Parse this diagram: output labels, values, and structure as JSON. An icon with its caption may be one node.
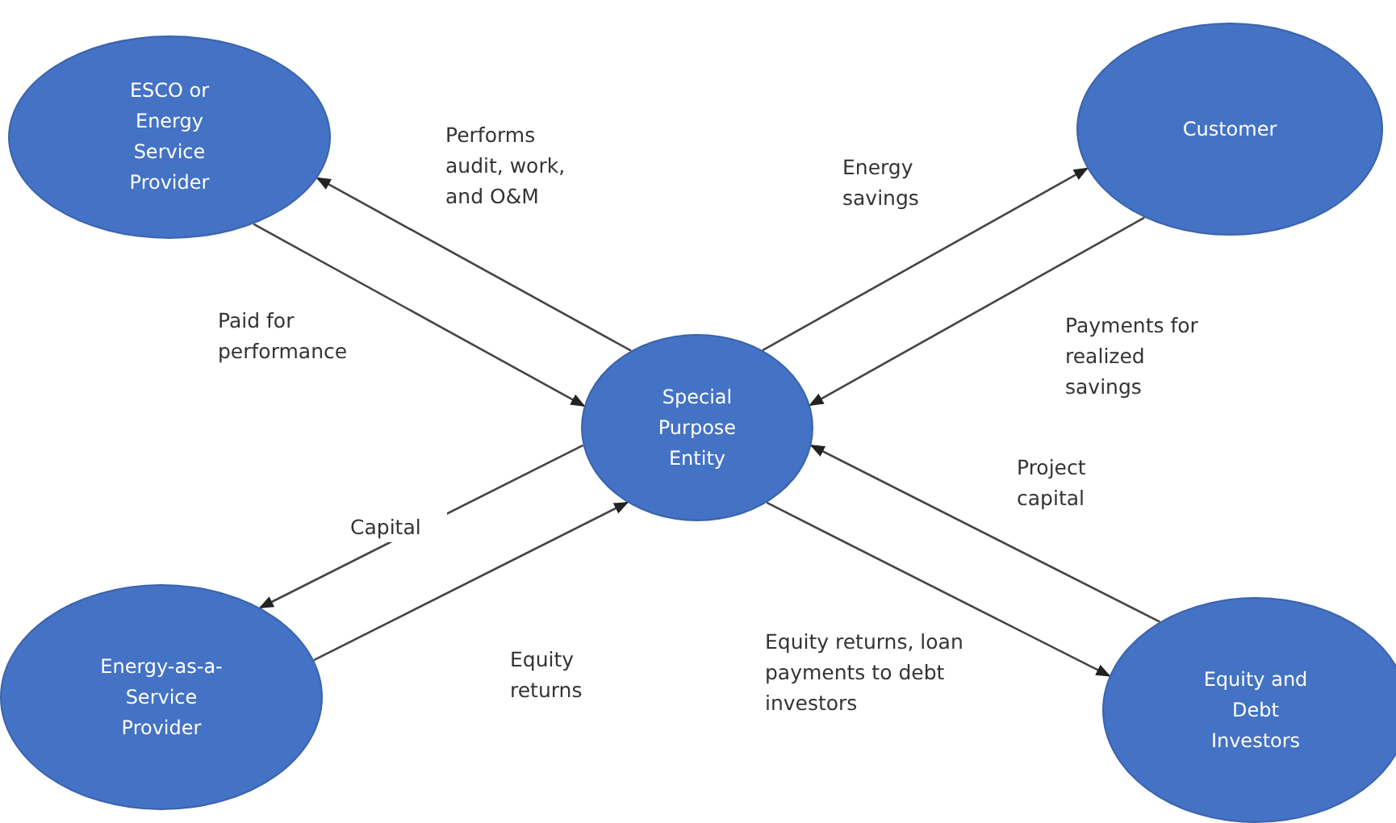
{
  "diagram": {
    "nodes": [
      {
        "text": [
          "ESCO or Energy Service Provider"
        ]
      },
      {
        "text": [
          "Customer"
        ]
      },
      {
        "text": [
          "Special Purpose Entity"
        ]
      },
      {
        "text": [
          "Energy-as-a-Service Provider"
        ]
      },
      {
        "text": [
          "Equity and Debt Investors"
        ]
      }
    ],
    "edges": [
      {
        "from": 2,
        "to": 0,
        "arrow": "to",
        "label": "Performs audit, work, and O&M"
      },
      {
        "from": 0,
        "to": 2,
        "arrow": "to",
        "label": "Paid for performance"
      },
      {
        "from": 2,
        "to": 1,
        "arrow": "to",
        "label": "Energy savings"
      },
      {
        "from": 1,
        "to": 2,
        "arrow": "to",
        "label": "Payments for realized savings"
      },
      {
        "from": 4,
        "to": 2,
        "arrow": "to",
        "label": "Project capital"
      },
      {
        "from": 2,
        "to": 4,
        "arrow": "to",
        "label": "Equity returns, loan payments to debt investors"
      },
      {
        "from": 2,
        "to": 3,
        "arrow": "to",
        "label": "Capital"
      },
      {
        "from": 3,
        "to": 2,
        "arrow": "to",
        "label": "Equity returns"
      }
    ]
  }
}
